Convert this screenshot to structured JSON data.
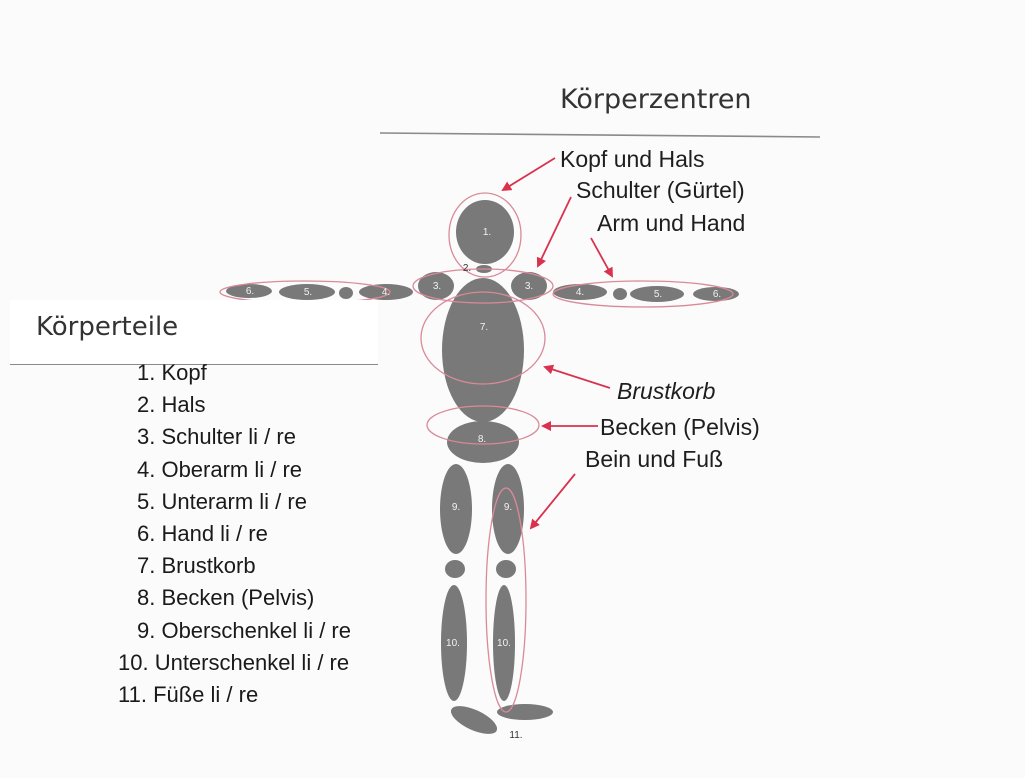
{
  "body_centers": {
    "title": "Körperzentren",
    "labels": [
      {
        "text": "Kopf und Hals",
        "italic": false
      },
      {
        "text": "Schulter (Gürtel)",
        "italic": false
      },
      {
        "text": "Arm und Hand",
        "italic": false
      },
      {
        "text": "Brustkorb",
        "italic": true
      },
      {
        "text": "Becken (Pelvis)",
        "italic": false
      },
      {
        "text": "Bein und Fuß",
        "italic": false
      }
    ]
  },
  "body_parts": {
    "title": "Körperteile",
    "items": [
      "1. Kopf",
      "2. Hals",
      "3. Schulter li / re",
      "4. Oberarm li / re",
      "5. Unterarm li / re",
      "6. Hand li / re",
      "7. Brustkorb",
      "8. Becken (Pelvis)",
      "9. Oberschenkel li / re",
      "10. Unterschenkel li / re",
      "11. Füße li / re"
    ]
  },
  "figure_numbers": {
    "head": "1.",
    "neck": "2.",
    "shoulder": "3.",
    "upper_arm": "4.",
    "forearm": "5.",
    "hand": "6.",
    "ribcage": "7.",
    "pelvis": "8.",
    "thigh": "9.",
    "shin": "10.",
    "foot": "11."
  },
  "colors": {
    "segment": "#7a797a",
    "center_ring": "#d98a98",
    "arrow": "#d9324e",
    "label_text": "#1e1e1e"
  }
}
